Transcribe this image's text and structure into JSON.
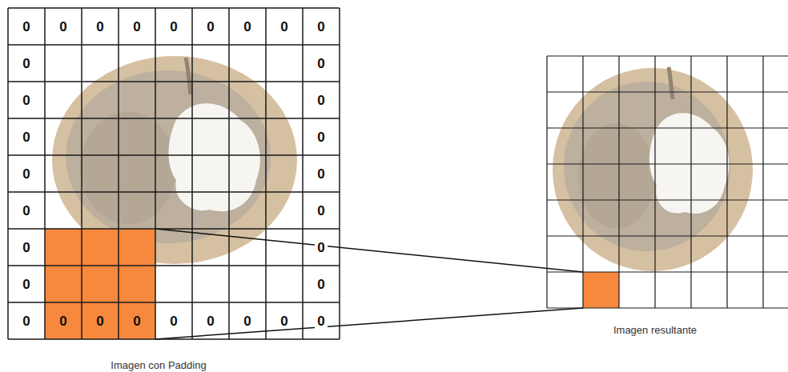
{
  "diagram": {
    "labels": [
      "0",
      "0",
      "0",
      "0",
      "0",
      "0",
      "0",
      "0",
      "0",
      "0",
      "0",
      "0",
      "0",
      "0",
      "0",
      "0",
      "0",
      "0",
      "0",
      "0",
      "0",
      "0",
      "0",
      "0",
      "0",
      "0",
      "0",
      "0",
      "0",
      "0",
      "0",
      "0",
      "Imagen con Padding",
      "Imagen resultante"
    ]
  }
}
